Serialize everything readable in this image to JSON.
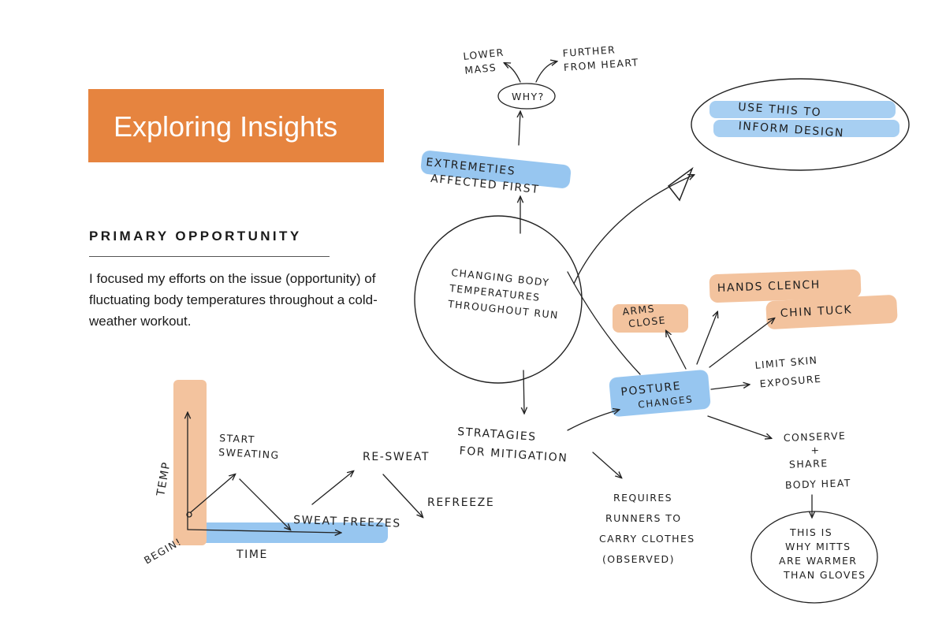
{
  "header": {
    "title": "Exploring Insights",
    "accent_color": "#e6843f"
  },
  "section": {
    "heading": "PRIMARY OPPORTUNITY",
    "body": "I focused my efforts on the issue (opportunity) of fluctuating body temperatures throughout a cold-weather workout."
  },
  "highlight_colors": {
    "blue": "#5fa8e8",
    "orange": "#eda36a"
  },
  "sketch": {
    "lower_mass": [
      "LOWER",
      "MASS"
    ],
    "further_heart": [
      "FURTHER",
      "FROM HEART"
    ],
    "why": "WHY?",
    "use_this": [
      "USE THIS TO",
      "INFORM DESIGN"
    ],
    "extremities": [
      "EXTREMETIES",
      "AFFECTED FIRST"
    ],
    "center": [
      "CHANGING BODY",
      "TEMPERATURES",
      "THROUGHOUT RUN"
    ],
    "hands_clench": "HANDS CLENCH",
    "arms_close": [
      "ARMS",
      "CLOSE"
    ],
    "chin_tuck": "CHIN TUCK",
    "limit_skin": [
      "LIMIT SKIN",
      "EXPOSURE"
    ],
    "posture": [
      "POSTURE",
      "CHANGES"
    ],
    "strategies": [
      "STRATAGIES",
      "FOR MITIGATION"
    ],
    "conserve": [
      "CONSERVE",
      "+",
      "SHARE",
      "BODY HEAT"
    ],
    "requires": [
      "REQUIRES",
      "RUNNERS TO",
      "CARRY CLOTHES",
      "(OBSERVED)"
    ],
    "mitts": [
      "THIS IS",
      "WHY MITTS",
      "ARE WARMER",
      "THAN GLOVES"
    ],
    "graph": {
      "temp": "TEMP",
      "time": "TIME",
      "begin": "BEGIN!",
      "start_sweating": [
        "START",
        "SWEATING"
      ],
      "sweat_freezes": "SWEAT FREEZES",
      "re_sweat": "RE-SWEAT",
      "refreeze": "REFREEZE"
    }
  }
}
